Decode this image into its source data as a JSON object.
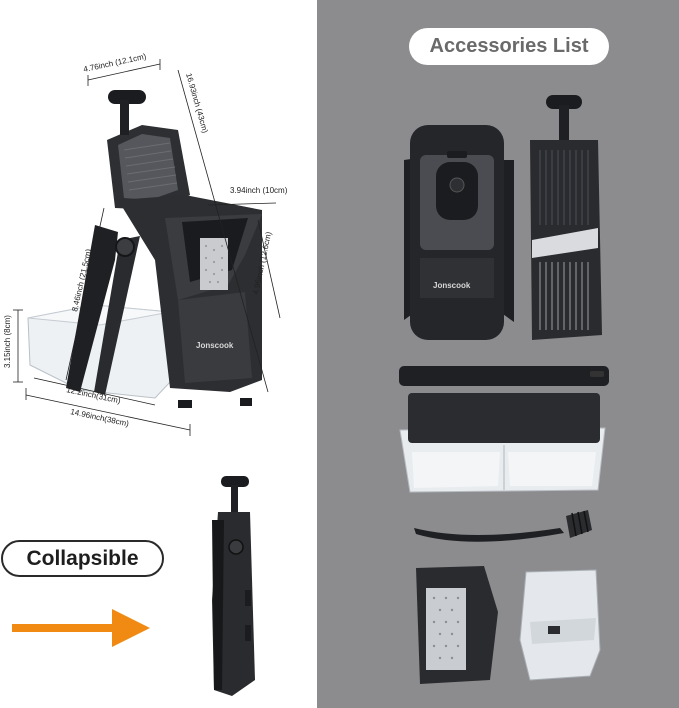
{
  "accessories_title": "Accessories List",
  "collapsible_label": "Collapsible",
  "brand": "Jonscook",
  "dimensions": {
    "width_top": "4.76inch (12.1cm)",
    "height_total": "16.93inch (43cm)",
    "chute_width": "3.94inch (10cm)",
    "leg_height": "8.46inch (21.5cm)",
    "chute_height": "4.96inch (12.6cm)",
    "box_height": "3.15inch (8cm)",
    "box_length": "12.2inch(31cm)",
    "base_length": "14.96inch(38cm)"
  },
  "colors": {
    "panel_right": "#8c8c8f",
    "arrow": "#f08a12",
    "product_dark": "#2c2d30"
  }
}
